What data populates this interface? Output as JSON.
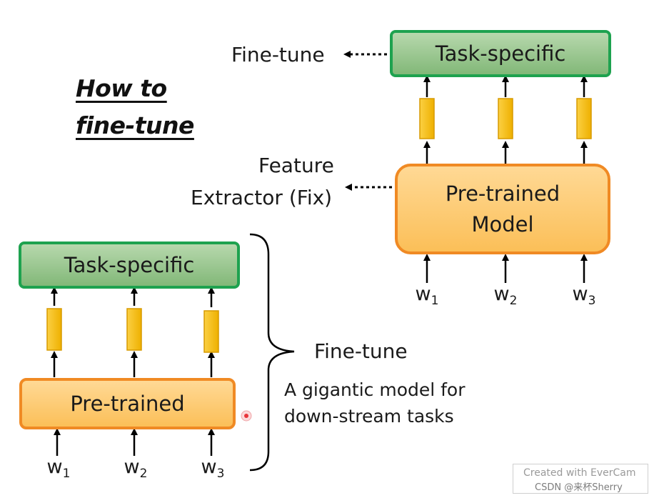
{
  "title": {
    "line1": "How to",
    "line2": "fine-tune"
  },
  "top_diagram": {
    "task_box": "Task-specific",
    "model_box_line1": "Pre-trained",
    "model_box_line2": "Model",
    "fine_tune_label": "Fine-tune",
    "feature_label_line1": "Feature",
    "feature_label_line2": "Extractor (Fix)",
    "inputs": [
      {
        "base": "w",
        "sub": "1"
      },
      {
        "base": "w",
        "sub": "2"
      },
      {
        "base": "w",
        "sub": "3"
      }
    ]
  },
  "bottom_diagram": {
    "task_box": "Task-specific",
    "model_box": "Pre-trained",
    "inputs": [
      {
        "base": "w",
        "sub": "1"
      },
      {
        "base": "w",
        "sub": "2"
      },
      {
        "base": "w",
        "sub": "3"
      }
    ],
    "brace_label": "Fine-tune",
    "description_line1": "A gigantic model for",
    "description_line2": "down-stream tasks"
  },
  "watermark": {
    "line1": "Created  with  EverCam",
    "line2": "CSDN @来杯Sherry"
  },
  "colors": {
    "task_fill": "#9bc991",
    "task_border": "#1ea24f",
    "model_fill": "#fcca72",
    "model_border": "#f08a24",
    "vector_fill": "#f6c018",
    "vector_border": "#d79a00",
    "pointer": "#e8353a"
  }
}
